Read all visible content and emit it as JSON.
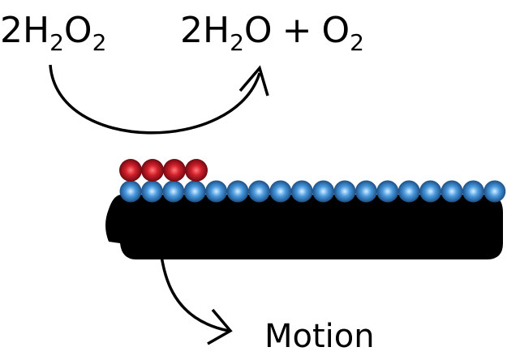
{
  "reaction": {
    "reactant_coef": "2H",
    "reactant_sub1": "2",
    "reactant_o": "O",
    "reactant_sub2": "2",
    "product1_coef": "2H",
    "product1_sub": "2",
    "product1_o": "O",
    "plus": "+",
    "product2_o": "O",
    "product2_sub": "2"
  },
  "motion_label": "Motion",
  "colors": {
    "red_sphere": "#d21f2b",
    "blue_sphere": "#4a9be0",
    "body": "#000000"
  },
  "particles": {
    "red_count": 4,
    "blue_count": 18
  }
}
